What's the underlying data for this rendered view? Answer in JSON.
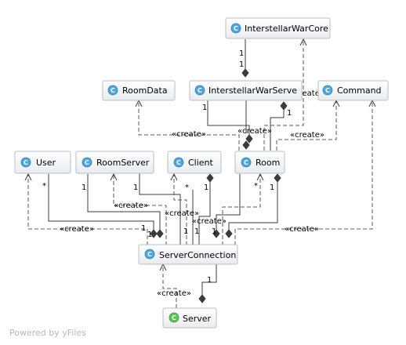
{
  "nodes": {
    "core": "InterstellarWarCore",
    "roomdata": "RoomData",
    "iws": "InterstellarWarServe",
    "command": "Command",
    "user": "User",
    "roomserver": "RoomServer",
    "client": "Client",
    "room": "Room",
    "serverconn": "ServerConnection",
    "server": "Server"
  },
  "badges": {
    "class": "C",
    "main": "C"
  },
  "labels": {
    "create": "«create»"
  },
  "multiplicities": {
    "one": "1",
    "many": "*"
  },
  "footer": "Powered by yFiles",
  "colors": {
    "node_fill_top": "#ffffff",
    "node_fill_bottom": "#e9ecef",
    "class_badge": "#4fa6d8",
    "main_badge": "#5fbf5f",
    "line": "#3b3b3b"
  }
}
